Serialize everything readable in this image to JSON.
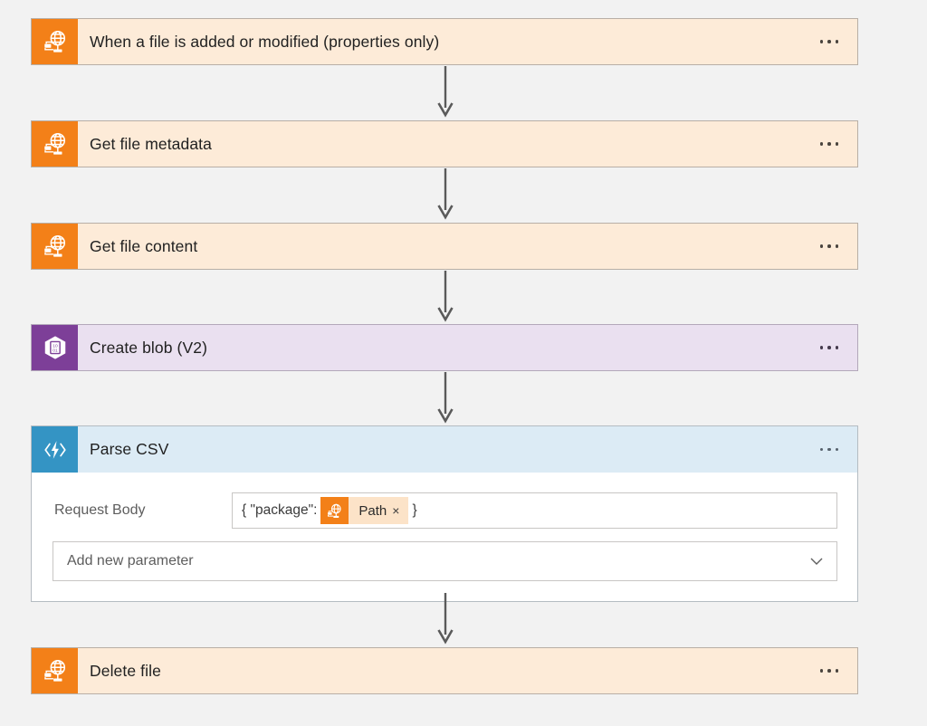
{
  "workflow": {
    "canvas_background": "#f2f2f2",
    "nodes": [
      {
        "id": "trigger-sharepoint-file-added",
        "title": "When a file is added or modified (properties only)",
        "connector": "sharepoint",
        "icon": "sharepoint-globe-icon",
        "theme": "orange",
        "header_color": "#fdebd8",
        "icon_color": "#f38018",
        "expanded": false,
        "menu_label": "•••"
      },
      {
        "id": "get-file-metadata",
        "title": "Get file metadata",
        "connector": "sharepoint",
        "icon": "sharepoint-globe-icon",
        "theme": "orange",
        "header_color": "#fdebd8",
        "icon_color": "#f38018",
        "expanded": false,
        "menu_label": "•••"
      },
      {
        "id": "get-file-content",
        "title": "Get file content",
        "connector": "sharepoint",
        "icon": "sharepoint-globe-icon",
        "theme": "orange",
        "header_color": "#fdebd8",
        "icon_color": "#f38018",
        "expanded": false,
        "menu_label": "•••"
      },
      {
        "id": "create-blob-v2",
        "title": "Create blob (V2)",
        "connector": "azure-blob-storage",
        "icon": "blob-hexagon-icon",
        "theme": "purple",
        "header_color": "#eae0f0",
        "icon_color": "#7d3f98",
        "expanded": false,
        "menu_label": "•••"
      },
      {
        "id": "parse-csv",
        "title": "Parse CSV",
        "connector": "azure-function",
        "icon": "azure-function-bolt-icon",
        "theme": "blue",
        "header_color": "#dcebf5",
        "icon_color": "#3494c4",
        "expanded": true,
        "menu_label": "•••"
      },
      {
        "id": "delete-file",
        "title": "Delete file",
        "connector": "sharepoint",
        "icon": "sharepoint-globe-icon",
        "theme": "orange",
        "header_color": "#fdebd8",
        "icon_color": "#f38018",
        "expanded": false,
        "menu_label": "•••"
      }
    ]
  },
  "parse_csv_body": {
    "request_body": {
      "label": "Request Body",
      "json_prefix": "{ \"package\":",
      "json_suffix": "}",
      "token": {
        "label": "Path",
        "icon": "sharepoint-globe-icon",
        "icon_color": "#f38018",
        "chip_color": "#fce3c8",
        "remove_label": "×"
      }
    },
    "add_parameter": {
      "placeholder": "Add new parameter",
      "chevron": "chevron-down-icon"
    }
  },
  "connectors": {
    "arrow_color": "#5a5a5a",
    "count": 5
  }
}
